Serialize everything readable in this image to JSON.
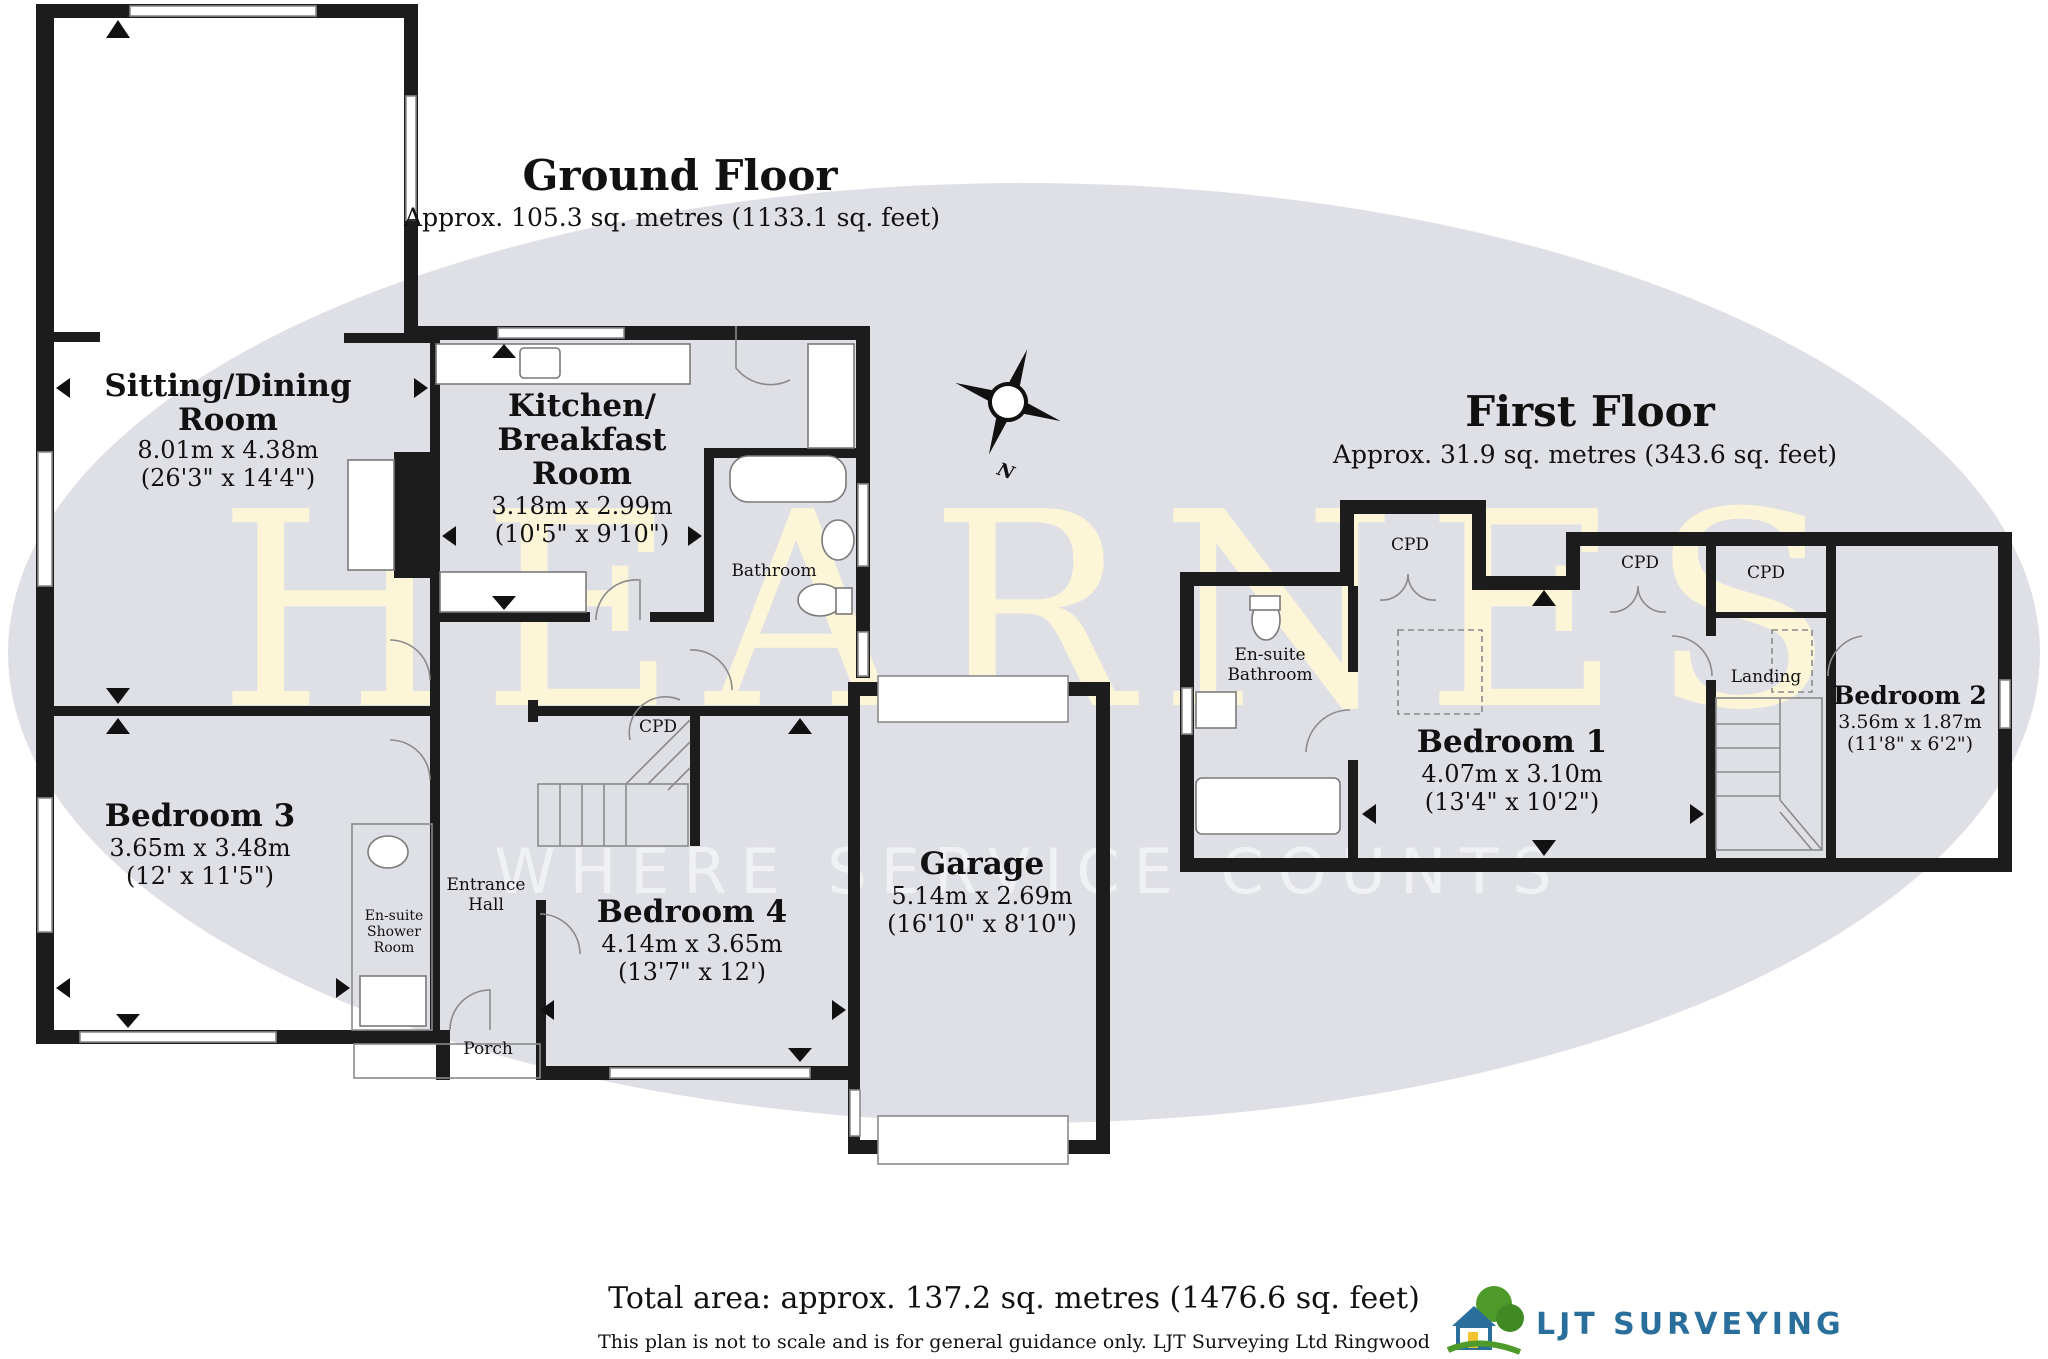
{
  "colors": {
    "wall": "#1c1c1c",
    "ellipse": "#dfe0e6",
    "watermark": "#fff7d6",
    "logo_green": "#4e9a2a",
    "logo_blue": "#2a6f9b"
  },
  "watermark": {
    "brand": "HEARNES",
    "tagline": "WHERE SERVICE COUNTS"
  },
  "ground_floor": {
    "title": "Ground Floor",
    "area": "Approx. 105.3 sq. metres (1133.1 sq. feet)",
    "rooms": {
      "sitting_dining": {
        "name_line1": "Sitting/Dining",
        "name_line2": "Room",
        "metric": "8.01m x 4.38m",
        "imperial": "(26'3\" x 14'4\")"
      },
      "kitchen": {
        "name_line1": "Kitchen/",
        "name_line2": "Breakfast",
        "name_line3": "Room",
        "metric": "3.18m x 2.99m",
        "imperial": "(10'5\" x 9'10\")"
      },
      "bathroom": {
        "name": "Bathroom"
      },
      "bedroom3": {
        "name": "Bedroom 3",
        "metric": "3.65m x 3.48m",
        "imperial": "(12' x 11'5\")"
      },
      "ensuite_shower": {
        "line1": "En-suite",
        "line2": "Shower",
        "line3": "Room"
      },
      "entrance_hall": {
        "line1": "Entrance",
        "line2": "Hall"
      },
      "cpd": {
        "name": "CPD"
      },
      "porch": {
        "name": "Porch"
      },
      "bedroom4": {
        "name": "Bedroom 4",
        "metric": "4.14m x 3.65m",
        "imperial": "(13'7\" x 12')"
      },
      "garage": {
        "name": "Garage",
        "metric": "5.14m x 2.69m",
        "imperial": "(16'10\" x 8'10\")"
      }
    }
  },
  "first_floor": {
    "title": "First Floor",
    "area": "Approx. 31.9 sq. metres (343.6 sq. feet)",
    "rooms": {
      "ensuite_bathroom": {
        "line1": "En-suite",
        "line2": "Bathroom"
      },
      "cpd1": "CPD",
      "cpd2": "CPD",
      "cpd3": "CPD",
      "bedroom1": {
        "name": "Bedroom 1",
        "metric": "4.07m x 3.10m",
        "imperial": "(13'4\" x 10'2\")"
      },
      "landing": {
        "name": "Landing"
      },
      "bedroom2": {
        "name": "Bedroom 2",
        "metric": "3.56m x 1.87m",
        "imperial": "(11'8\" x 6'2\")"
      }
    }
  },
  "compass": {
    "north_label": "N"
  },
  "footer": {
    "total_area": "Total area: approx. 137.2 sq. metres (1476.6 sq. feet)",
    "disclaimer": "This plan is not to scale and is for general guidance only. LJT Surveying Ltd Ringwood",
    "logo_text": "LJT SURVEYING"
  }
}
